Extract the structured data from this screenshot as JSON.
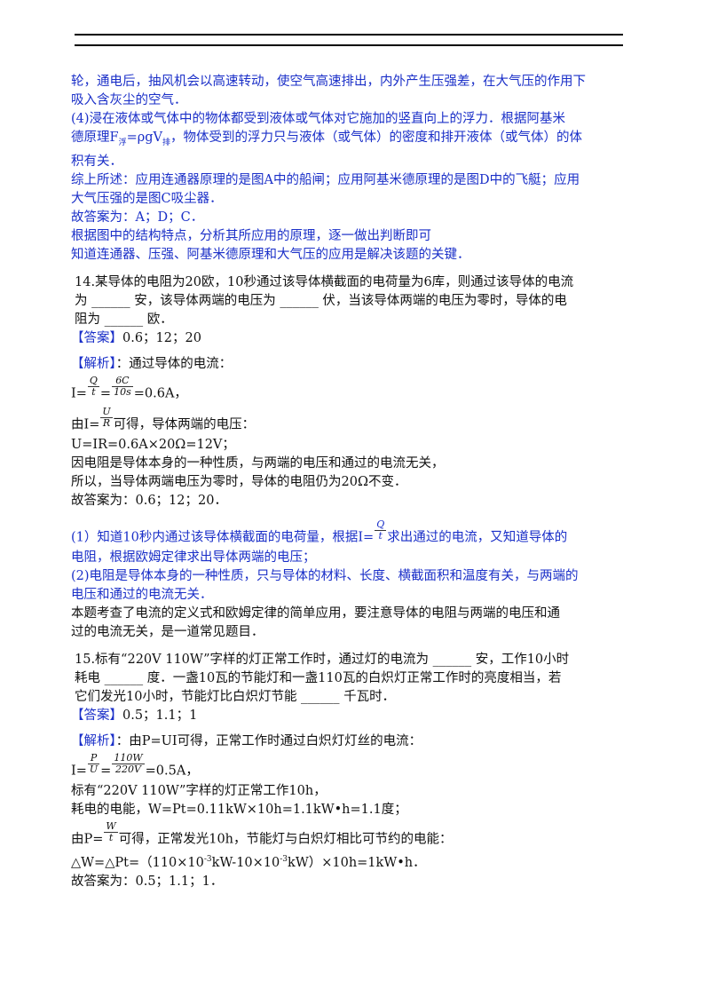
{
  "prev": {
    "l1": "轮，通电后，抽风机会以高速转动，使空气高速排出，内外产生压强差，在大气压的作用下",
    "l2": "吸入含灰尘的空气．",
    "l3": "(4)浸在液体或气体中的物体都受到液体或气体对它施加的竖直向上的浮力．根据阿基米",
    "l4a": "德原理F",
    "l4sub1": "浮",
    "l4b": "=ρgV",
    "l4sub2": "排",
    "l4c": "，物体受到的浮力只与液体（或气体）的密度和排开液体（或气体）的体",
    "l5": "积有关．",
    "l6": "综上所述：应用连通器原理的是图A中的船闸；应用阿基米德原理的是图D中的飞艇；应用",
    "l7": "大气压强的是图C吸尘器．",
    "l8": "故答案为：A；D；C．",
    "l9": "根据图中的结构特点，分析其所应用的原理，逐一做出判断即可",
    "l10": "知道连通器、压强、阿基米德原理和大气压的应用是解决该题的关键．"
  },
  "q14": {
    "q1": "14.某导体的电阻为20欧，10秒通过该导体横截面的电荷量为6库，则通过该导体的电流",
    "q2": "为 ______ 安，该导体两端的电压为 ______ 伏，当该导体两端的电压为零时，导体的电",
    "q3": "阻为 ______ 欧．",
    "ans_tag": "【答案】",
    "ans": "0.6；12；20",
    "jx_tag": "【解析】",
    "jx1": "：通过导体的电流：",
    "i_prefix": "I=",
    "f1_num": "Q",
    "f1_den": "t",
    "eq": "=",
    "f2_num": "6C",
    "f2_den": "10s",
    "i_result": "=0.6A，",
    "from_prefix": "由I=",
    "f3_num": "U",
    "f3_den": "R",
    "from_suffix": "可得，导体两端的电压：",
    "u_line": "U=IR=0.6A×20Ω=12V；",
    "r1": "因电阻是导体本身的一种性质，与两端的电压和通过的电流无关，",
    "r2": "所以，当导体两端电压为零时，导体的电阻仍为20Ω不变．",
    "r3": "故答案为：0.6；12；20．",
    "e1a": "(1）知道10秒内通过该导体横截面的电荷量，根据I=",
    "e1f_num": "Q",
    "e1f_den": "t",
    "e1b": "求出通过的电流，又知道导体的",
    "e2": "电阻，根据欧姆定律求出导体两端的电压；",
    "e3": "(2)电阻是导体本身的一种性质，只与导体的材料、长度、横截面积和温度有关，与两端的",
    "e4": "电压和通过的电流无关．",
    "e5": "本题考查了电流的定义式和欧姆定律的简单应用，要注意导体的电阻与两端的电压和通",
    "e6": "过的电流无关，是一道常见题目．"
  },
  "q15": {
    "q1": "15.标有“220V 110W”字样的灯正常工作时，通过灯的电流为 ______ 安，工作10小时",
    "q2": "耗电 ______ 度．一盏10瓦的节能灯和一盏110瓦的白炽灯正常工作时的亮度相当，若",
    "q3": "它们发光10小时，节能灯比白炽灯节能 ______ 千瓦时．",
    "ans_tag": "【答案】",
    "ans": "0.5；1.1；1",
    "jx_tag": "【解析】",
    "jx1": "：由P=UI可得，正常工作时通过白炽灯灯丝的电流：",
    "i_prefix": "I=",
    "f1_num": "P",
    "f1_den": "U",
    "eq": "=",
    "f2_num": "110W",
    "f2_den": "220V",
    "i_result": "=0.5A，",
    "s1": "标有“220V 110W”字样的灯正常工作10h，",
    "s2": "耗电的电能，W=Pt=0.11kW×10h=1.1kW•h=1.1度；",
    "from_prefix": "由P=",
    "f3_num": "W",
    "f3_den": "t",
    "from_suffix": "可得，正常发光10h，节能灯与白炽灯相比可节约的电能：",
    "dw_a": "△W=△Pt=（110×10",
    "dw_sup1": "-3",
    "dw_b": "kW-10×10",
    "dw_sup2": "-3",
    "dw_c": "kW）×10h=1kW•h．",
    "end": "故答案为：0.5；1.1；1．"
  }
}
